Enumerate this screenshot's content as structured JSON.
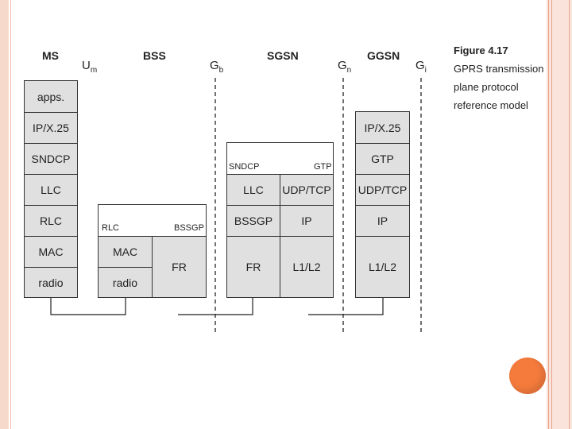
{
  "headers": {
    "ms": "MS",
    "bss": "BSS",
    "sgsn": "SGSN",
    "ggsn": "GGSN"
  },
  "interfaces": {
    "um": {
      "main": "U",
      "sub": "m"
    },
    "gb": {
      "main": "G",
      "sub": "b"
    },
    "gn": {
      "main": "G",
      "sub": "n"
    },
    "gi": {
      "main": "G",
      "sub": "i"
    }
  },
  "caption": {
    "title": "Figure 4.17",
    "lines": [
      "GPRS transmission",
      "plane protocol",
      "reference model"
    ]
  },
  "ms_stack": [
    "apps.",
    "IP/X.25",
    "SNDCP",
    "LLC",
    "RLC",
    "MAC",
    "radio"
  ],
  "bss": {
    "relay_left": "RLC",
    "relay_right": "BSSGP",
    "mac": "MAC",
    "radio": "radio",
    "fr": "FR"
  },
  "sgsn": {
    "relay_left": "SNDCP",
    "relay_right": "GTP",
    "llc": "LLC",
    "udp_tcp": "UDP/TCP",
    "bssgp": "BSSGP",
    "ip": "IP",
    "fr": "FR",
    "l1l2": "L1/L2"
  },
  "ggsn_stack": [
    "IP/X.25",
    "GTP",
    "UDP/TCP",
    "IP",
    "L1/L2"
  ],
  "colors": {
    "accent": "#f47b3c",
    "box_fill": "#e0e0e0",
    "frame": "#f7d9cc"
  }
}
